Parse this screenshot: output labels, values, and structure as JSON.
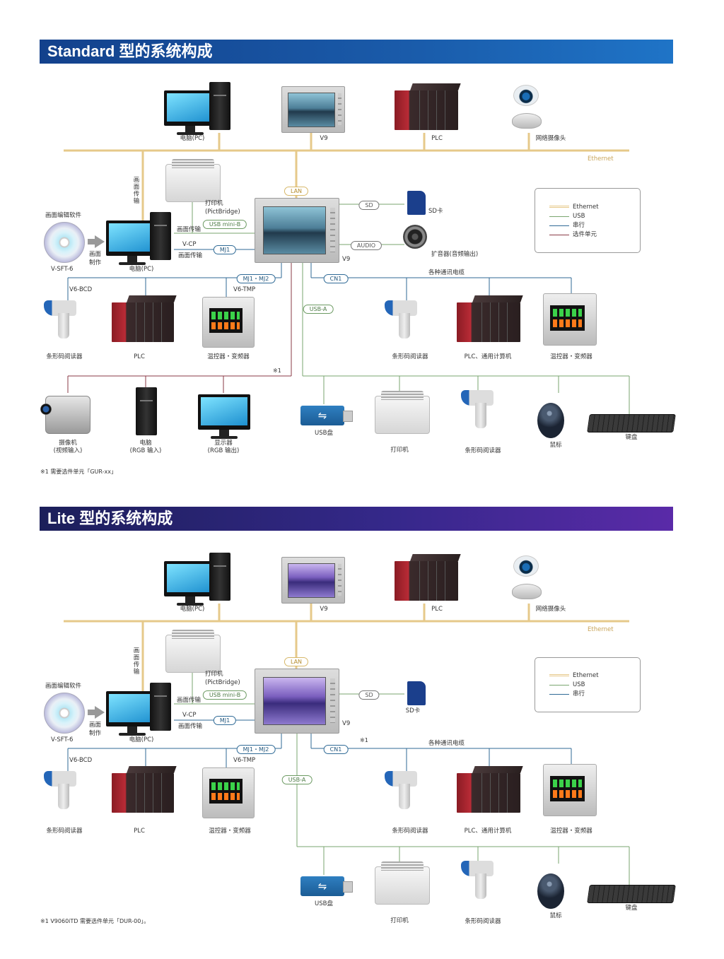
{
  "standard": {
    "title": "Standard 型的系统构成",
    "labels": {
      "pc_top": "电脑(PC)",
      "v9_top": "V9",
      "plc_top": "PLC",
      "webcam": "网络摄像头",
      "ethernet": "Ethernet",
      "screen_transfer_vertical": "画面传输",
      "printer": "打印机",
      "pictbridge": "(PictBridge)",
      "screen_edit_software": "画面编辑软件",
      "vsft6": "V-SFT-6",
      "screen_make_1": "画面",
      "screen_make_2": "制作",
      "pc_mid": "电脑(PC)",
      "screen_transfer_1": "画面传输",
      "vcp": "V-CP",
      "screen_transfer_2": "画面传输",
      "v9_main": "V9",
      "sd_card": "SD卡",
      "speaker": "扩音器(音频输出)",
      "various_cables": "各种通讯电缆",
      "v6bcd": "V6-BCD",
      "v6tmp": "V6-TMP",
      "barcode_1": "条形码阅读器",
      "plc_2": "PLC",
      "temp_ctrl_1": "温控器・变频器",
      "barcode_2": "条形码阅读器",
      "plc_computer": "PLC、通用计算机",
      "temp_ctrl_2": "温控器・变频器",
      "note_mark": "※1",
      "camcorder_1": "摄像机",
      "camcorder_2": "(视频输入)",
      "pc_rgb_1": "电脑",
      "pc_rgb_2": "(RGB 输入)",
      "display_1": "显示器",
      "display_2": "(RGB 输出)",
      "usb_disk": "USB盘",
      "printer_2": "打印机",
      "barcode_3": "条形码阅读器",
      "mouse": "鼠标",
      "keyboard": "键盘"
    },
    "pills": {
      "lan": "LAN",
      "usb_mini_b": "USB mini-B",
      "mj1": "MJ1",
      "sd": "SD",
      "audio": "AUDIO",
      "mj1_mj2": "MJ1・MJ2",
      "cn1": "CN1",
      "usb_a": "USB-A"
    },
    "legend": [
      "Ethernet",
      "USB",
      "串行",
      "选件单元"
    ],
    "footnote": "※1 需要选件单元「GUR-xx」"
  },
  "lite": {
    "title": "Lite 型的系统构成",
    "labels": {
      "pc_top": "电脑(PC)",
      "v9_top": "V9",
      "plc_top": "PLC",
      "webcam": "网络摄像头",
      "ethernet": "Ethernet",
      "screen_transfer_vertical": "画面传输",
      "printer": "打印机",
      "pictbridge": "(PictBridge)",
      "screen_edit_software": "画面编辑软件",
      "vsft6": "V-SFT-6",
      "screen_make_1": "画面",
      "screen_make_2": "制作",
      "pc_mid": "电脑(PC)",
      "screen_transfer_1": "画面传输",
      "vcp": "V-CP",
      "screen_transfer_2": "画面传输",
      "v9_main": "V9",
      "sd_card": "SD卡",
      "note_mark": "※1",
      "various_cables": "各种通讯电缆",
      "v6bcd": "V6-BCD",
      "v6tmp": "V6-TMP",
      "barcode_1": "条形码阅读器",
      "plc_2": "PLC",
      "temp_ctrl_1": "温控器・变频器",
      "barcode_2": "条形码阅读器",
      "plc_computer": "PLC、通用计算机",
      "temp_ctrl_2": "温控器・变频器",
      "usb_disk": "USB盘",
      "printer_2": "打印机",
      "barcode_3": "条形码阅读器",
      "mouse": "鼠标",
      "keyboard": "键盘"
    },
    "pills": {
      "lan": "LAN",
      "usb_mini_b": "USB mini-B",
      "mj1": "MJ1",
      "sd": "SD",
      "mj1_mj2": "MJ1・MJ2",
      "cn1": "CN1",
      "usb_a": "USB-A"
    },
    "legend": [
      "Ethernet",
      "USB",
      "串行"
    ],
    "footnote": "※1 V9060iTD 需要选件单元「DUR-00」。"
  },
  "colors": {
    "ethernet": "#e6c98a",
    "usb": "#7aa66f",
    "serial": "#2f6a96",
    "option": "#8a3a46",
    "standard_header": "#1a5cab",
    "lite_header": "#35288a"
  },
  "icons": [
    "monitor-icon",
    "pc-tower-icon",
    "hmi-panel-icon",
    "plc-icon",
    "webcam-icon",
    "printer-icon",
    "cd-icon",
    "sd-card-icon",
    "speaker-icon",
    "barcode-scanner-icon",
    "temperature-controller-icon",
    "camcorder-icon",
    "usb-drive-icon",
    "mouse-icon",
    "keyboard-icon"
  ]
}
